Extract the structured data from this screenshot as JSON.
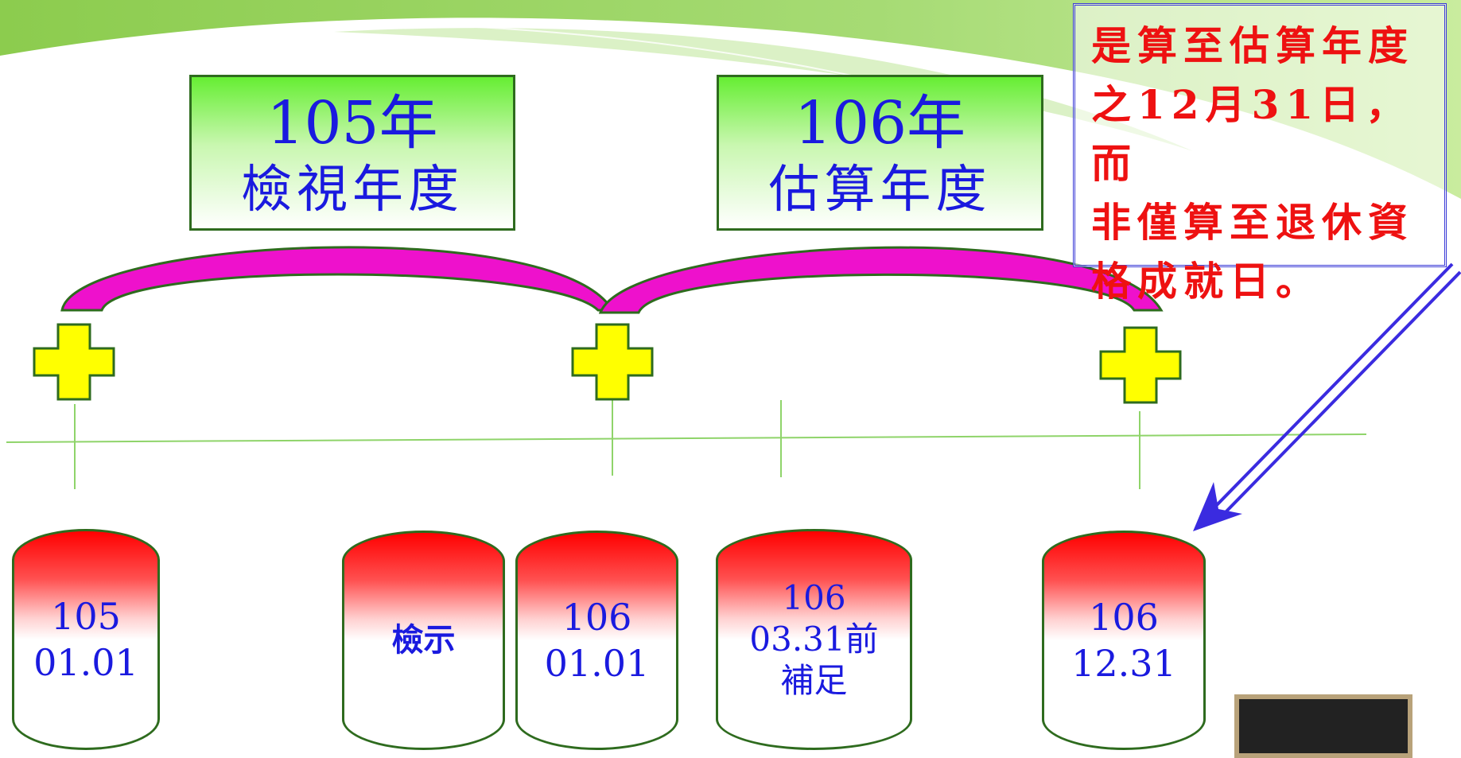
{
  "year_boxes": [
    {
      "id": "105",
      "line1": "105年",
      "line2": "檢視年度"
    },
    {
      "id": "106",
      "line1": "106年",
      "line2": "估算年度"
    }
  ],
  "note": {
    "lines": [
      "是算至估算年度",
      "之12月31日，而",
      "非僅算至退休資",
      "格成就日。"
    ],
    "color": "#ee1111"
  },
  "drums": [
    {
      "lines": [
        "105",
        "01.01"
      ]
    },
    {
      "lines": [
        "檢示"
      ]
    },
    {
      "lines": [
        "106",
        "01.01"
      ]
    },
    {
      "lines": [
        "106",
        "03.31前",
        "補足"
      ]
    },
    {
      "lines": [
        "106",
        "12.31"
      ]
    }
  ],
  "colors": {
    "arc": "#ee11cc",
    "plus": "#ffff00",
    "arrow": "#3a2be0",
    "timeline": "#8fd46a",
    "text_blue": "#1a1adf"
  }
}
